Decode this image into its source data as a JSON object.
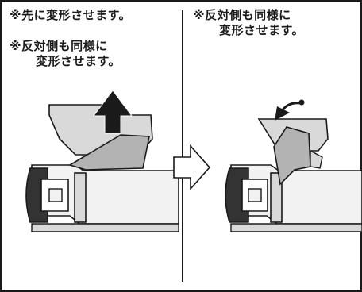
{
  "left_panel": {
    "note_1": "※先に変形させます。",
    "note_2_line1": "※反対側も同様に",
    "note_2_line2": "変形させます。"
  },
  "right_panel": {
    "note_line1": "※反対側も同様に",
    "note_line2": "変形させます。"
  },
  "colors": {
    "ink": "#1a1a1a",
    "part_gray": "#d9d9d9",
    "part_dark": "#333333",
    "part_light": "#f2f2f2",
    "panel_flap": "#b3b3b3"
  },
  "icons": [
    "up-arrow-icon",
    "step-arrow-icon",
    "curved-arrow-icon"
  ]
}
